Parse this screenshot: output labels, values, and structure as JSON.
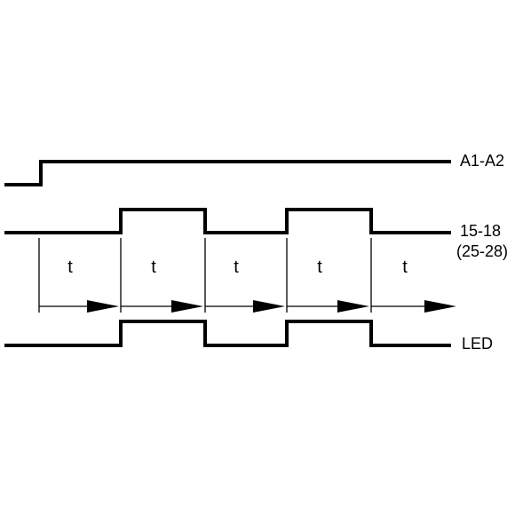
{
  "signals": {
    "a1a2": {
      "label": "A1-A2"
    },
    "contact": {
      "label_line1": "15-18",
      "label_line2": "(25-28)"
    },
    "led": {
      "label": "LED"
    }
  },
  "intervals": {
    "label": "t",
    "labels": [
      "t",
      "t",
      "t",
      "t",
      "t"
    ]
  },
  "colors": {
    "line": "#000000",
    "background": "#ffffff"
  }
}
